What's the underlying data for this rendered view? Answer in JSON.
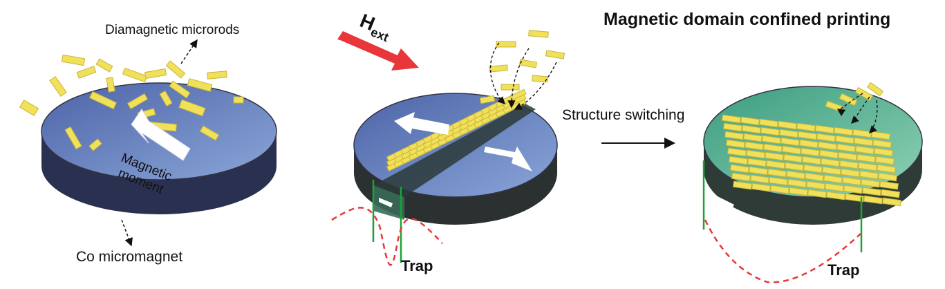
{
  "title": "Magnetic domain confined printing",
  "labels": {
    "diamagnetic_microrods": "Diamagnetic microrods",
    "magnetic_moment_line1": "Magnetic",
    "magnetic_moment_line2": "moment",
    "co_micromagnet": "Co micromagnet",
    "hext_main": "H",
    "hext_sub": "ext",
    "structure_switching": "Structure switching",
    "trap_middle": "Trap",
    "trap_right": "Trap"
  },
  "colors": {
    "rod": "#f0e05a",
    "rod_side": "#c9b53a",
    "disk_blue": "#6f8fc8",
    "disk_side": "#2b3350",
    "disk_green": "#63b89a",
    "field_arrow": "#e8363a",
    "trap_line": "#1aa33a",
    "energy_curve": "#e8363a",
    "moment_arrow": "#ffffff"
  },
  "icons": {
    "field_arrow": "thick-red-arrow",
    "moment_arrow": "white-block-arrow",
    "process_arrow": "black-right-arrow"
  }
}
